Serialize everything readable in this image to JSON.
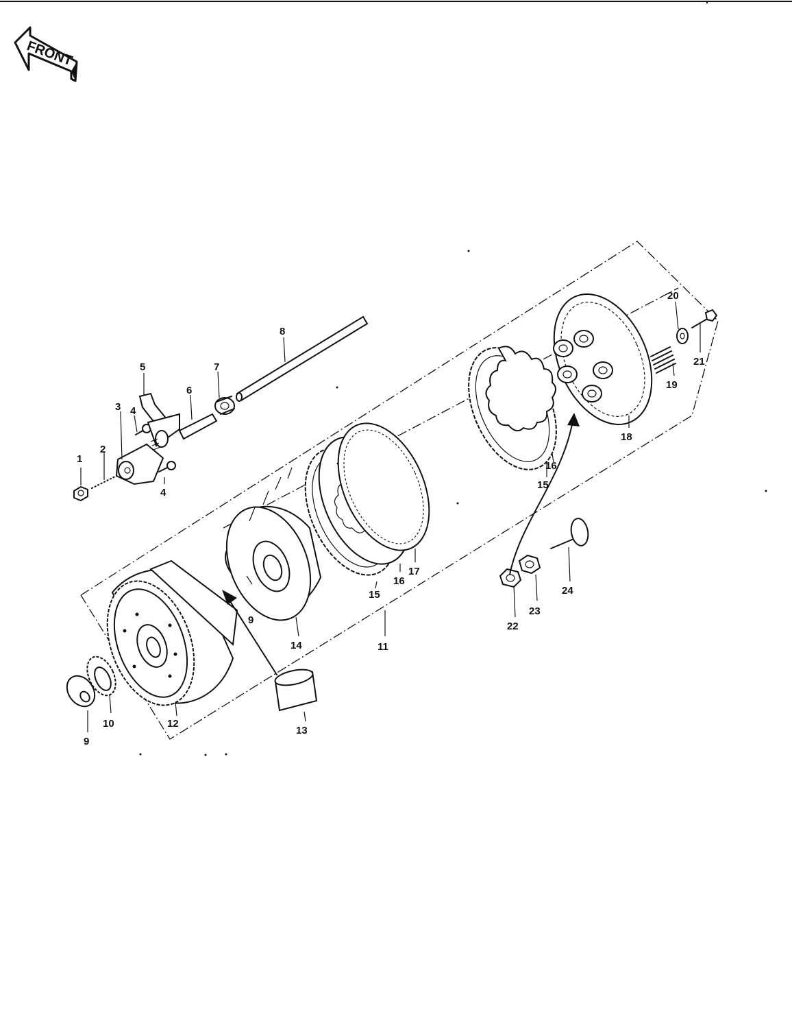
{
  "front_badge": {
    "text": "FRONT"
  },
  "part_labels": [
    {
      "id": "1",
      "text": "1"
    },
    {
      "id": "2",
      "text": "2"
    },
    {
      "id": "3",
      "text": "3"
    },
    {
      "id": "4a",
      "text": "4"
    },
    {
      "id": "4b",
      "text": "4"
    },
    {
      "id": "5",
      "text": "5"
    },
    {
      "id": "6",
      "text": "6"
    },
    {
      "id": "7",
      "text": "7"
    },
    {
      "id": "8",
      "text": "8"
    },
    {
      "id": "9a",
      "text": "9"
    },
    {
      "id": "9b",
      "text": "9"
    },
    {
      "id": "10",
      "text": "10"
    },
    {
      "id": "11",
      "text": "11"
    },
    {
      "id": "12",
      "text": "12"
    },
    {
      "id": "13",
      "text": "13"
    },
    {
      "id": "14",
      "text": "14"
    },
    {
      "id": "15a",
      "text": "15"
    },
    {
      "id": "15b",
      "text": "15"
    },
    {
      "id": "16a",
      "text": "16"
    },
    {
      "id": "16b",
      "text": "16"
    },
    {
      "id": "17",
      "text": "17"
    },
    {
      "id": "18",
      "text": "18"
    },
    {
      "id": "19",
      "text": "19"
    },
    {
      "id": "20",
      "text": "20"
    },
    {
      "id": "21",
      "text": "21"
    },
    {
      "id": "22",
      "text": "22"
    },
    {
      "id": "23",
      "text": "23"
    },
    {
      "id": "24",
      "text": "24"
    }
  ],
  "colors": {
    "ink": "#111111",
    "paper": "#ffffff"
  }
}
